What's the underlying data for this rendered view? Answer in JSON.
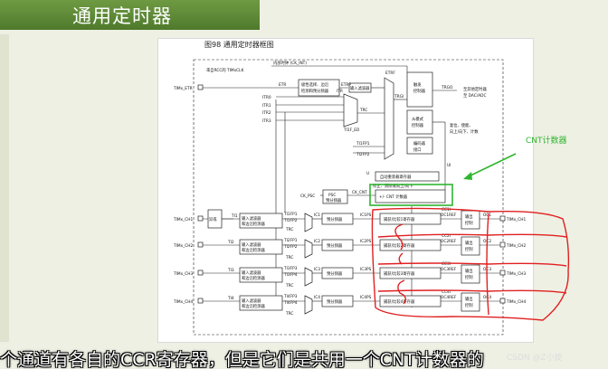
{
  "slide": {
    "title": "通用定时器",
    "subtitle": "个通道有各自的CCR寄存器，但是它们是共用一个CNT计数器的",
    "watermark": "CSDN @Z小旋"
  },
  "figure": {
    "caption": "图98    通用定时器框图",
    "top_label": "内部时钟 (CK_INT)",
    "rcc_label": "来自RCC的 TIMxCLK",
    "etr_pin": "TIMx_ETR",
    "etr": "ETR",
    "etrp": "ETRP",
    "etrf": "ETRF",
    "polarity_block": [
      "极性选择、边沿",
      "检测和预分频器"
    ],
    "input_filter": "输入滤波器",
    "itr": [
      "ITR0",
      "ITR1",
      "ITR2",
      "ITR3"
    ],
    "itr_label": "ITR",
    "trc": "TRC",
    "trgi": "TRGI",
    "ti1f_ed": "TI1F_ED",
    "ti1fp1": "TI1FP1",
    "ti2fp2": "TI2FP2",
    "trigger_ctrl": [
      "触发",
      "控制器"
    ],
    "slave_ctrl": [
      "从模式",
      "控制器"
    ],
    "encoder": [
      "编码器",
      "接口"
    ],
    "trgo": "TRGO",
    "trgo_dest": [
      "至其他定时器",
      "至 DAC/ADC"
    ],
    "reset_label": [
      "复位、使能、",
      "向上/向下、计数"
    ],
    "arr": "自动重装载寄存器",
    "stop_label": "停止、清除或向上/向下",
    "ck_psc": "CK_PSC",
    "ck_cnt": "CK_CNT",
    "psc": [
      "PSC",
      "预分频器"
    ],
    "cnt": "+/-    CNT 计数器",
    "u_label": "U",
    "ui_label": "UI",
    "ch_pins": [
      "TIMx_CH1",
      "TIMx_CH2",
      "TIMx_CH3",
      "TIMx_CH4"
    ],
    "xor": "异或",
    "ti": [
      "TI1",
      "TI2",
      "TI3",
      "TI4"
    ],
    "in_filter": [
      "输入滤波器",
      "和边沿检测器"
    ],
    "tifp_a": [
      "TI1FP1",
      "TI2FP1",
      "TI3FP3",
      "TI4FP3"
    ],
    "tifp_b": [
      "TI1FP2",
      "TI2FP2",
      "TI3FP4",
      "TI4FP4"
    ],
    "ic": [
      "IC1",
      "IC2",
      "IC3",
      "IC4"
    ],
    "icps": [
      "IC1PS",
      "IC2PS",
      "IC3PS",
      "IC4PS"
    ],
    "prescaler": "预分频器",
    "ccr": [
      "捕获/比较1寄存器",
      "捕获/比较2寄存器",
      "捕获/比较3寄存器",
      "捕获/比较4寄存器"
    ],
    "ocref": [
      "OC1REF",
      "OC2REF",
      "OC3REF",
      "OC4REF"
    ],
    "out_ctrl": [
      "输出",
      "控制"
    ],
    "oc": [
      "OC1",
      "OC2",
      "OC3",
      "OC4"
    ],
    "cc": [
      "CC1I",
      "CC2I",
      "CC3I",
      "CC4I"
    ]
  },
  "annotation": {
    "label": "CNT计数器",
    "colors": {
      "green": "#2fb52f",
      "red": "#e02020"
    }
  }
}
